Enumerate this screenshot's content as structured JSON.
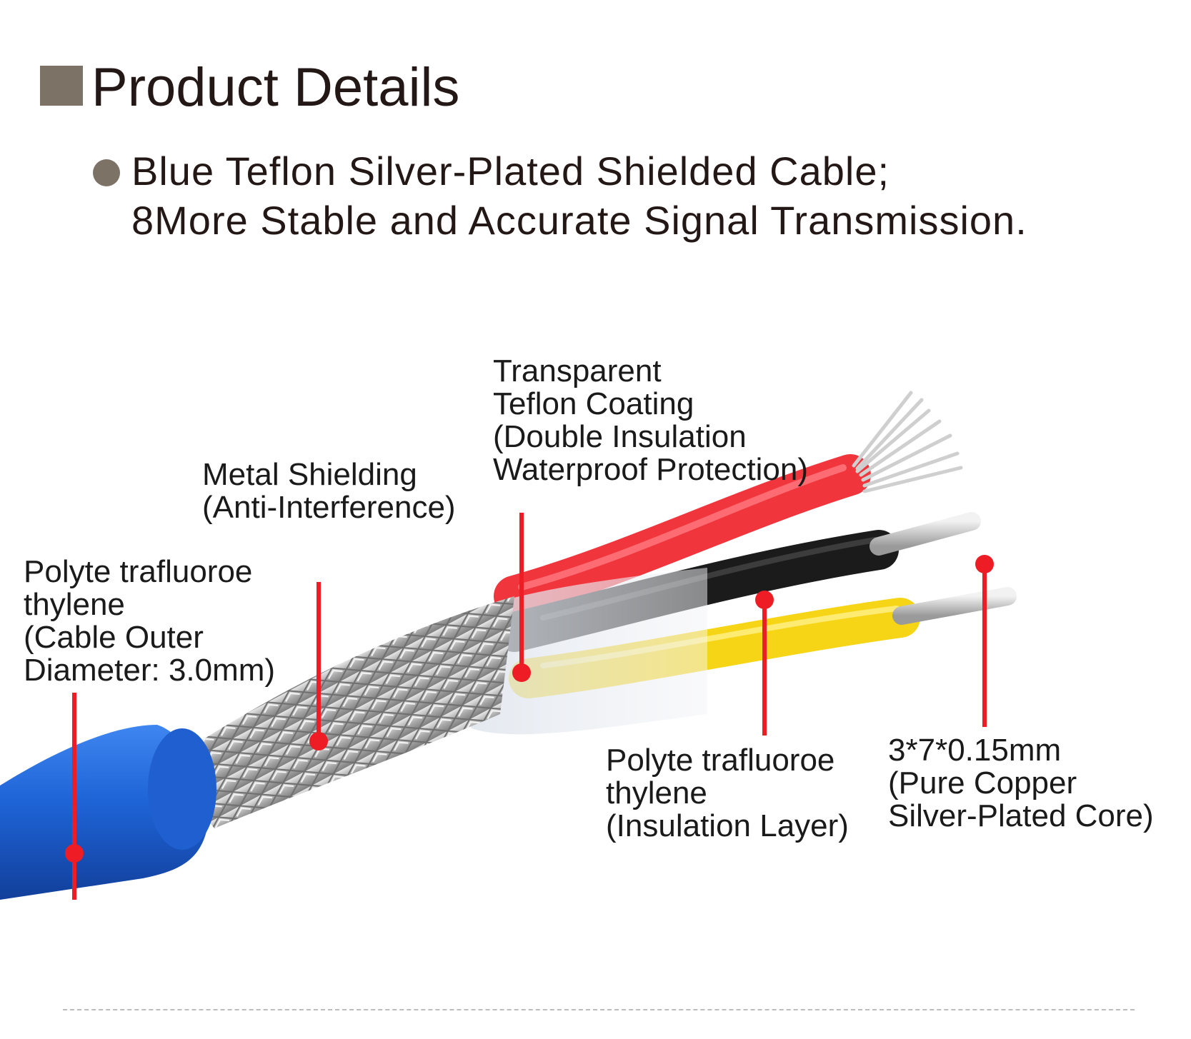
{
  "header": {
    "title": "Product Details",
    "accent_color": "#7d7266"
  },
  "bullet": {
    "icon": "bullet-dot-icon",
    "line1": "Blue Teflon Silver-Plated Shielded Cable;",
    "line2": "8More Stable and Accurate Signal Transmission."
  },
  "callouts": {
    "outer_jacket": "Polyte trafluoroe\nthylene\n(Cable Outer\nDiameter: 3.0mm)",
    "metal_shielding": "Metal Shielding\n(Anti-Interference)",
    "teflon_coating": "Transparent\nTeflon Coating\n(Double Insulation\nWaterproof Protection)",
    "insulation_layer": "Polyte trafluoroe\nthylene\n(Insulation Layer)",
    "core": "3*7*0.15mm\n(Pure Copper\nSilver-Plated Core)"
  },
  "colors": {
    "callout_red": "#ee1c25",
    "jacket_blue": "#1e63d6",
    "wire_red": "#f0353d",
    "wire_black": "#1b1b1b",
    "wire_yellow": "#f5d515",
    "silver": "#c9c9c9"
  }
}
